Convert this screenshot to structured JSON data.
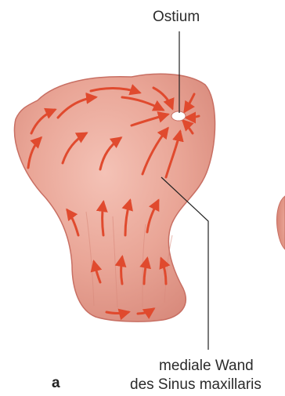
{
  "labels": {
    "ostium": "Ostium",
    "wall_line1": "mediale Wand",
    "wall_line2": "des Sinus maxillaris",
    "panel": "a"
  },
  "colors": {
    "sinus_fill_light": "#efb0a3",
    "sinus_fill_dark": "#d88575",
    "sinus_outline": "#c86f63",
    "arrow": "#e04a2e",
    "ostium": "#ffffff",
    "leader_line": "#222222"
  }
}
